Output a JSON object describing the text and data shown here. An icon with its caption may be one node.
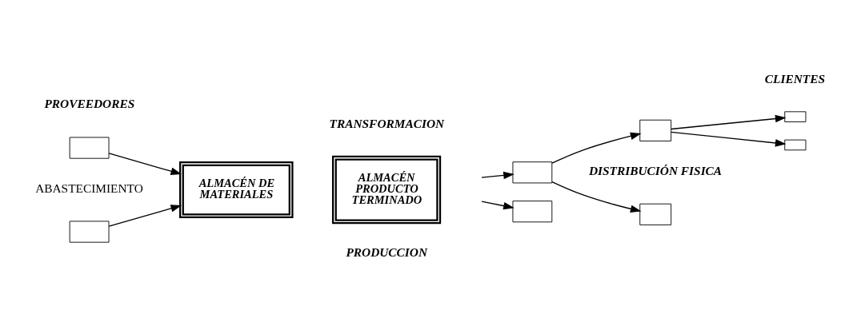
{
  "diagram": {
    "nodes": [
      {
        "text": [],
        "shape": "box"
      },
      {
        "text": [],
        "shape": "box"
      },
      {
        "text": [
          "ALMACÉN DE MATERIALES"
        ]
      },
      {
        "text": [
          "ALMACÉN PRODUCTO TERMINADO"
        ]
      },
      {
        "text": [],
        "shape": "box"
      },
      {
        "text": [],
        "shape": "box"
      },
      {
        "text": [],
        "shape": "box"
      },
      {
        "text": [],
        "shape": "box"
      },
      {
        "text": [],
        "shape": "box"
      },
      {
        "text": [],
        "shape": "box"
      }
    ],
    "edges": [
      {
        "from": 0,
        "to": 2,
        "arrow": "to"
      },
      {
        "from": 1,
        "to": 2,
        "arrow": "to"
      },
      {
        "from": null,
        "to": 4,
        "arrow": "to"
      },
      {
        "from": null,
        "to": 7,
        "arrow": "to"
      },
      {
        "from": 4,
        "to": 5,
        "arrow": "to"
      },
      {
        "from": 4,
        "to": 6,
        "arrow": "to"
      },
      {
        "from": 5,
        "to": 8,
        "arrow": "to"
      },
      {
        "from": 5,
        "to": 9,
        "arrow": "to"
      }
    ],
    "labels": [
      "CLIENTES",
      "PROVEEDORES",
      "TRANSFORMACION",
      "ABASTECIMIENTO",
      "PRODUCCION",
      "DISTRIBUCIÓN FISICA"
    ]
  }
}
